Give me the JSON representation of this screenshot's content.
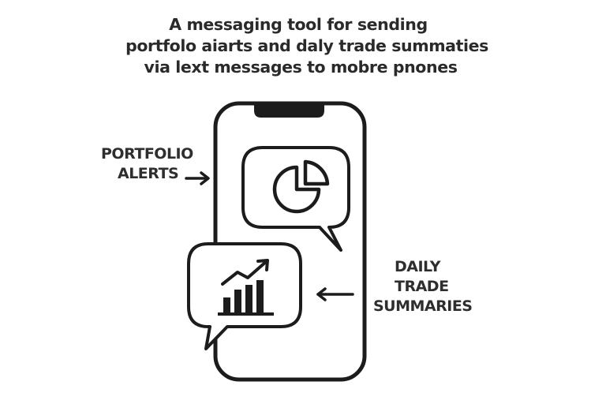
{
  "title": {
    "line1": "A messaging tool for sending",
    "line2": "portfolo aiarts and daly trade summaties",
    "line3": "via lext messages to mobre pnones"
  },
  "labels": {
    "portfolio_alerts": {
      "line1": "PORTFOLIO",
      "line2": "ALERTS"
    },
    "daily_summaries": {
      "line1": "DAILY",
      "line2": "TRADE",
      "line3": "SUMMARIES"
    }
  },
  "icons": {
    "phone": "smartphone-icon",
    "alert_bubble": "speech-bubble-icon",
    "pie": "pie-chart-icon",
    "summary_bubble": "speech-bubble-icon",
    "bars": "bar-chart-trend-icon",
    "arrow_right": "arrow-right-icon",
    "arrow_left": "arrow-left-icon"
  },
  "colors": {
    "ink": "#1c1c1c",
    "background": "#ffffff"
  }
}
